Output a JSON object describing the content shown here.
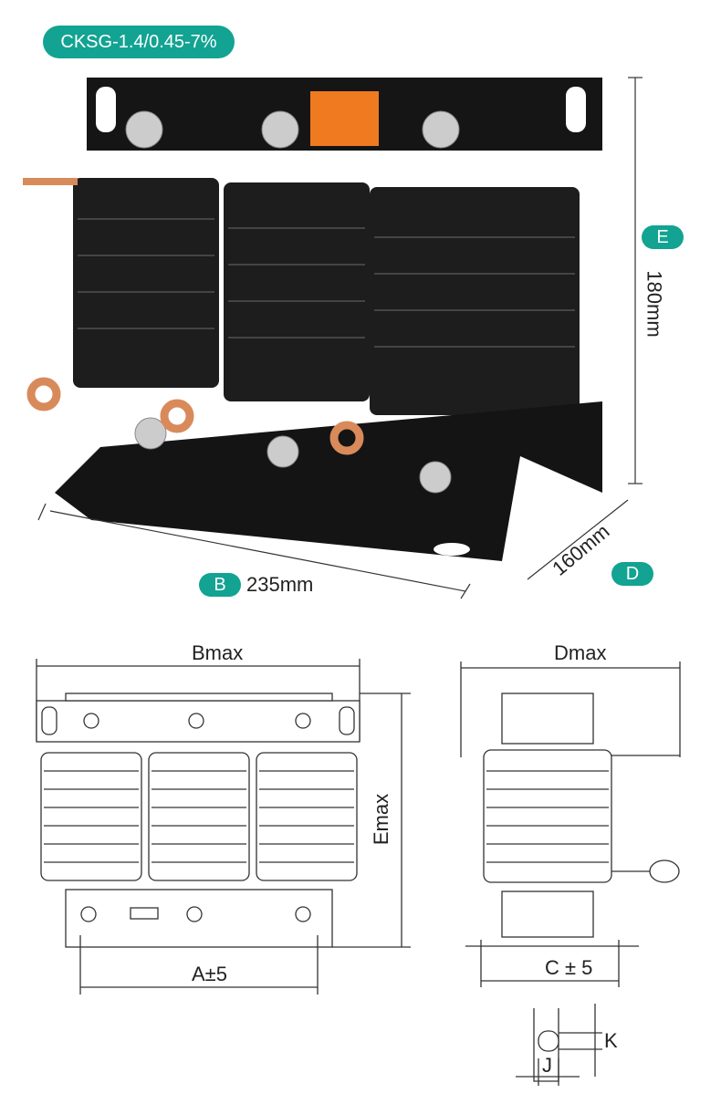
{
  "model_label": "CKSG-1.4/0.45-7%",
  "photo": {
    "dim_e": {
      "letter": "E",
      "value": "180mm"
    },
    "dim_b": {
      "letter": "B",
      "value": "235mm"
    },
    "dim_d": {
      "letter": "D",
      "value": "160mm"
    }
  },
  "drawing": {
    "front": {
      "width_label": "Bmax",
      "height_label": "Emax",
      "mount_label": "A±5"
    },
    "side": {
      "width_label": "Dmax",
      "mount_label": "C ± 5"
    },
    "detail": {
      "k_label": "K",
      "j_label": "J"
    }
  },
  "colors": {
    "accent": "#12a392",
    "core": "#1a1a1a",
    "copper": "#d98a5a",
    "terminal": "#f07a20"
  }
}
